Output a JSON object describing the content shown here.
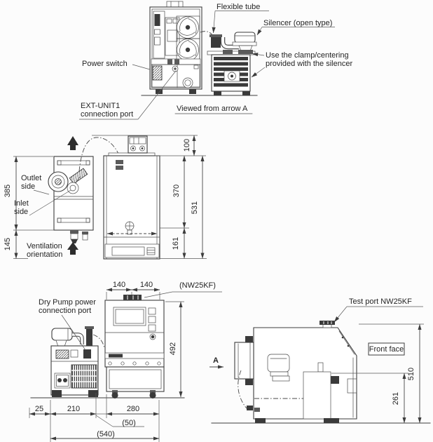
{
  "colors": {
    "line": "#3d3d3d",
    "text": "#242424",
    "dark_fill": "#3a3a3a",
    "background": "#fcfcfc"
  },
  "top_view": {
    "flexible_tube": "Flexible tube",
    "silencer": "Silencer (open type)",
    "power_switch": "Power switch",
    "ext_unit1": [
      "EXT-UNIT1",
      "connection port"
    ],
    "clamp_note": [
      "Use the clamp/centering",
      "provided with the silencer"
    ],
    "caption": "Viewed from arrow A"
  },
  "middle_view": {
    "outlet": [
      "Outlet",
      "side"
    ],
    "inlet": [
      "Inlet",
      "side"
    ],
    "ventilation": [
      "Ventilation",
      "orientation"
    ],
    "dims": {
      "height_385": "385",
      "clearance_145": "145",
      "top_100": "100",
      "upper_370": "370",
      "lower_161": "161",
      "total_531": "531"
    }
  },
  "bottom_view": {
    "dry_pump_port": [
      "Dry Pump power",
      "connection port"
    ],
    "nw25kf": "(NW25KF)",
    "view_arrow": "A",
    "test_port": "Test port NW25KF",
    "front_face": "Front face",
    "dims": {
      "w140a": "140",
      "w140b": "140",
      "h492": "492",
      "w25": "25",
      "w210": "210",
      "w280": "280",
      "w50": "(50)",
      "w540": "(540)",
      "h510": "510",
      "h261": "261"
    }
  }
}
